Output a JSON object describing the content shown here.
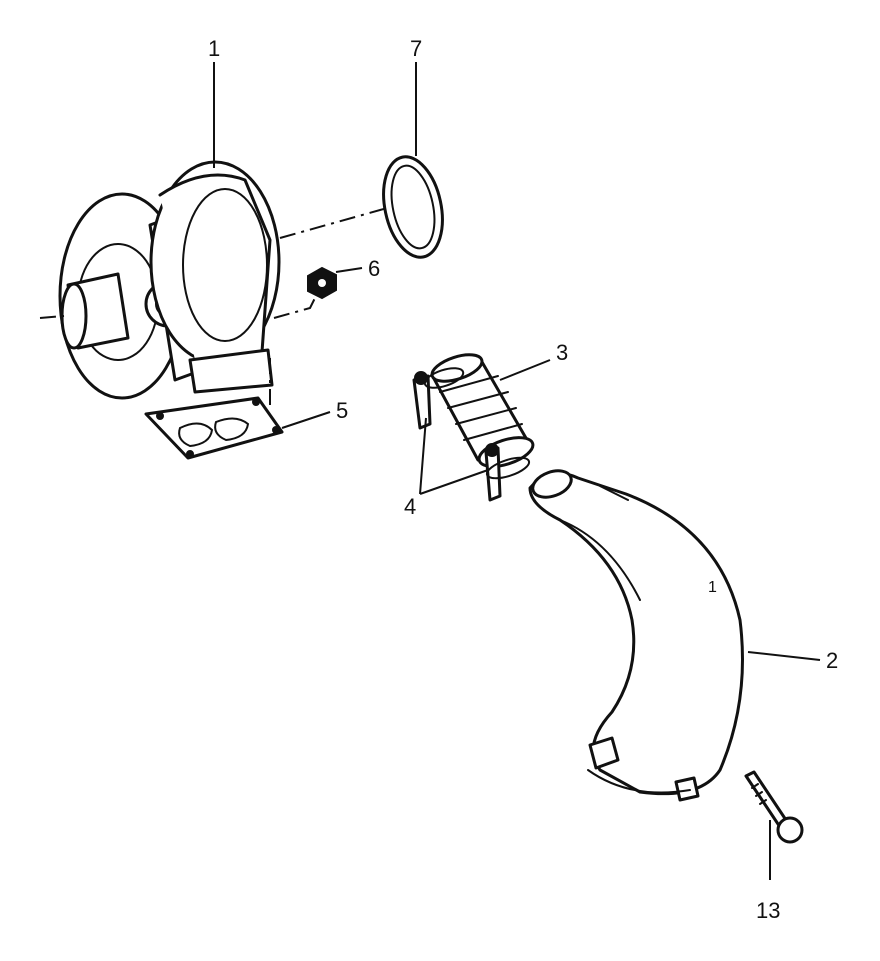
{
  "callouts": {
    "turbocharger": "1",
    "elbow": "2",
    "hose": "3",
    "clamps": "4",
    "gasket": "5",
    "nut": "6",
    "ring": "7",
    "bolt": "13",
    "elbow_mark": "1"
  },
  "colors": {
    "ink": "#111111",
    "paper": "#ffffff"
  }
}
